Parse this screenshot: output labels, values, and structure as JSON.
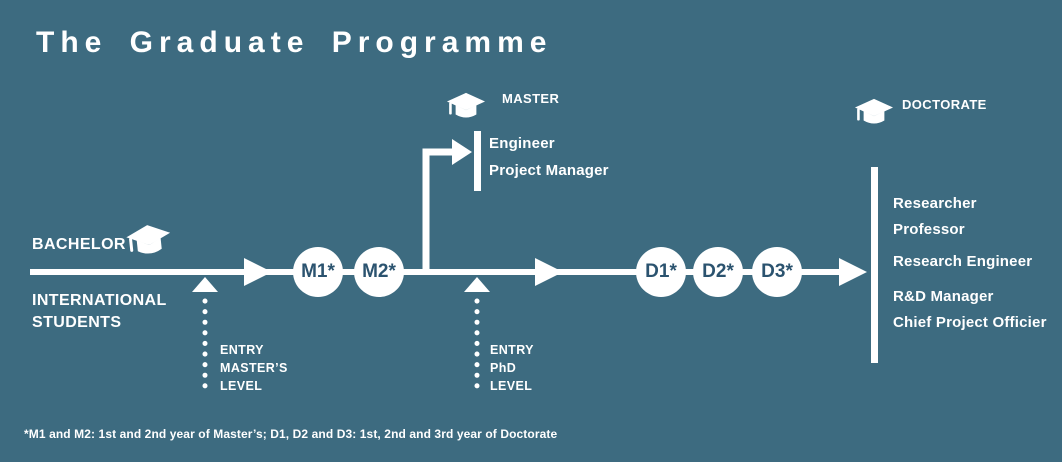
{
  "colors": {
    "background": "#3d6b80",
    "foreground": "#ffffff",
    "node_text": "#2b536f"
  },
  "title": "The Graduate Programme",
  "left": {
    "level_label": "BACHELOR",
    "audience_label": "INTERNATIONAL STUDENTS"
  },
  "nodes": [
    {
      "label": "M1*"
    },
    {
      "label": "M2*"
    },
    {
      "label": "D1*"
    },
    {
      "label": "D2*"
    },
    {
      "label": "D3*"
    }
  ],
  "master_branch": {
    "label": "MASTER",
    "outcomes": [
      "Engineer",
      "Project Manager"
    ]
  },
  "doctorate_branch": {
    "label": "DOCTORATE",
    "outcomes": [
      "Researcher",
      "Professor",
      "Research Engineer",
      "R&D Manager",
      "Chief Project Officier"
    ]
  },
  "entry_points": [
    {
      "lines": [
        "ENTRY",
        "MASTER’S",
        "LEVEL"
      ]
    },
    {
      "lines": [
        "ENTRY",
        "PhD",
        "LEVEL"
      ]
    }
  ],
  "footnote": "*M1 and M2: 1st and 2nd year of Master’s; D1, D2 and D3: 1st, 2nd and 3rd year of Doctorate"
}
